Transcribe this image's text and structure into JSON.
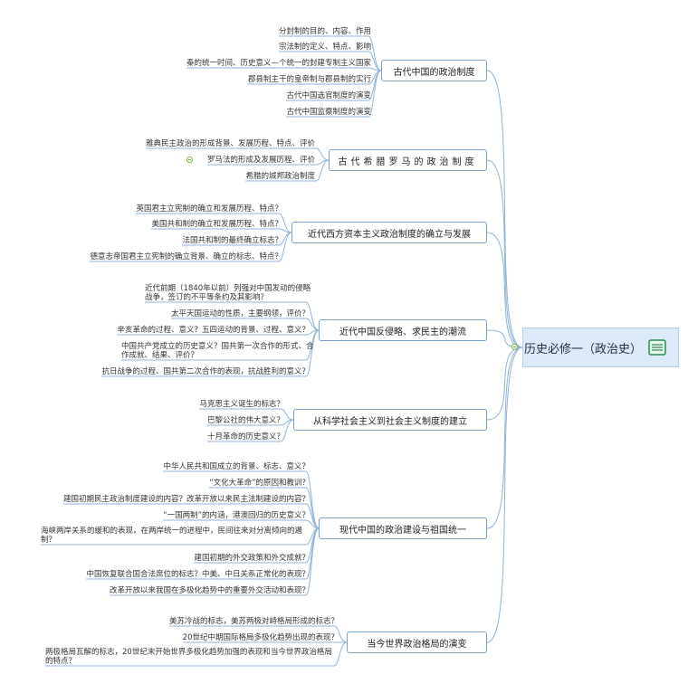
{
  "root": {
    "title": "历史必修一（政治史）"
  },
  "branches": [
    {
      "label": "古代中国的政治制度",
      "leaves": [
        "分封制的目的、内容、作用",
        "宗法制的定义、特点、影响",
        "秦的统一时间、历史意义—个统一的封建专制主义国家",
        "郡县制主干的皇帝制与郡县制的实行",
        "古代中国选官制度的演变",
        "古代中国监察制度的演变"
      ]
    },
    {
      "label": "古代希腊罗马的政治制度",
      "leaves": [
        "雅典民主政治的形成背景、发展历程、特点、评价",
        "罗马法的形成及发展历程、评价",
        "希腊的城邦政治制度"
      ]
    },
    {
      "label": "近代西方资本主义政治制度的确立与发展",
      "leaves": [
        "英国君主立宪制的确立和发展历程、特点？",
        "美国共和制的确立和发展历程、特点？",
        "法国共和制的最终确立标志？",
        "德意志帝国君主立宪制的确立背景、确立的标志、特点？"
      ]
    },
    {
      "label": "近代中国反侵略、求民主的潮流",
      "leaves": [
        "近代前期（1840年以前）列强对中国发动的侵略战争，签订的不平等条约及其影响？",
        "太平天国运动的性质，主要纲领，评价？",
        "辛亥革命的过程、意义？五四运动的背景、过程、意义？",
        "中国共产党成立的历史意义？国共第一次合作的形式、合作成就、结果、评价？",
        "抗日战争的过程、国共第二次合作的表现，抗战胜利的意义？"
      ]
    },
    {
      "label": "从科学社会主义到社会主义制度的建立",
      "leaves": [
        "马克思主义诞生的标志？",
        "巴黎公社的伟大意义？",
        "十月革命的历史意义？"
      ]
    },
    {
      "label": "现代中国的政治建设与祖国统一",
      "leaves": [
        "中华人民共和国成立的背景、标志、意义？",
        "“文化大革命”的原因和教训？",
        "建国初期民主政治制度建设的内容？改革开放以来民主法制建设的内容？",
        "“一国两制”的内涵，港澳回归的历史意义？",
        "海峡两岸关系的缓和的表现，在两岸统一的进程中，民间往来对分离倾向的遏制？",
        "建国初期的外交政策和外交成就？",
        "中国恢复联合国合法席位的标志？中美、中日关系正常化的表现？",
        "改革开放以来我国在多极化趋势中的重要外交活动和表现？"
      ]
    },
    {
      "label": "当今世界政治格局的演变",
      "leaves": [
        "美苏冷战的标志，美苏两极对峙格局形成的标志？",
        "20世纪中期国际格局多极化趋势出现的表现？",
        "两极格局瓦解的标志，20世纪末开始世界多极化趋势加强的表现和当今世界政治格局的特点？"
      ]
    }
  ],
  "colors": {
    "line": "#8fb3d6",
    "root_fill": "#dce9f6",
    "collapse_marker": "#7cb342"
  }
}
